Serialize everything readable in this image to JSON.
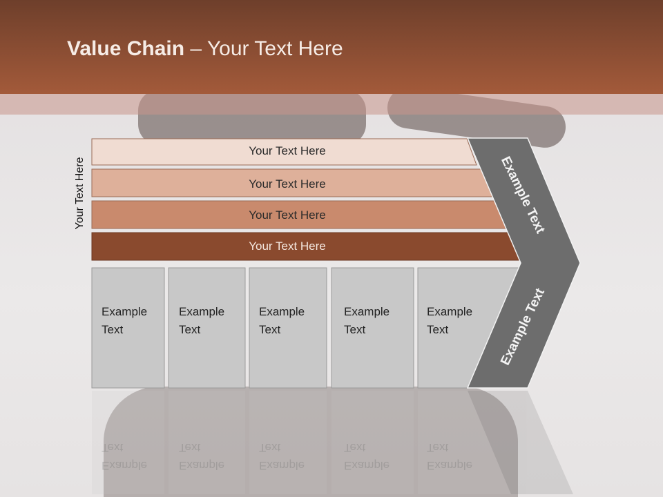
{
  "title": {
    "bold": "Value Chain",
    "rest": " – Your Text Here"
  },
  "side_label": "Your Text Here",
  "bars": [
    "Your Text Here",
    "Your Text Here",
    "Your Text Here",
    "Your Text Here"
  ],
  "columns": [
    "Example Text",
    "Example Text",
    "Example Text",
    "Example Text",
    "Example Text"
  ],
  "arrow_labels": {
    "upper": "Example Text",
    "lower": "Example Text"
  },
  "colors": {
    "header": "#a35a3a",
    "bar1": "#f0dcd2",
    "bar2": "#deb09a",
    "bar3": "#c98a6d",
    "bar4": "#8a4a2e",
    "column": "#c8c8c8",
    "arrow": "#6d6d6d"
  }
}
